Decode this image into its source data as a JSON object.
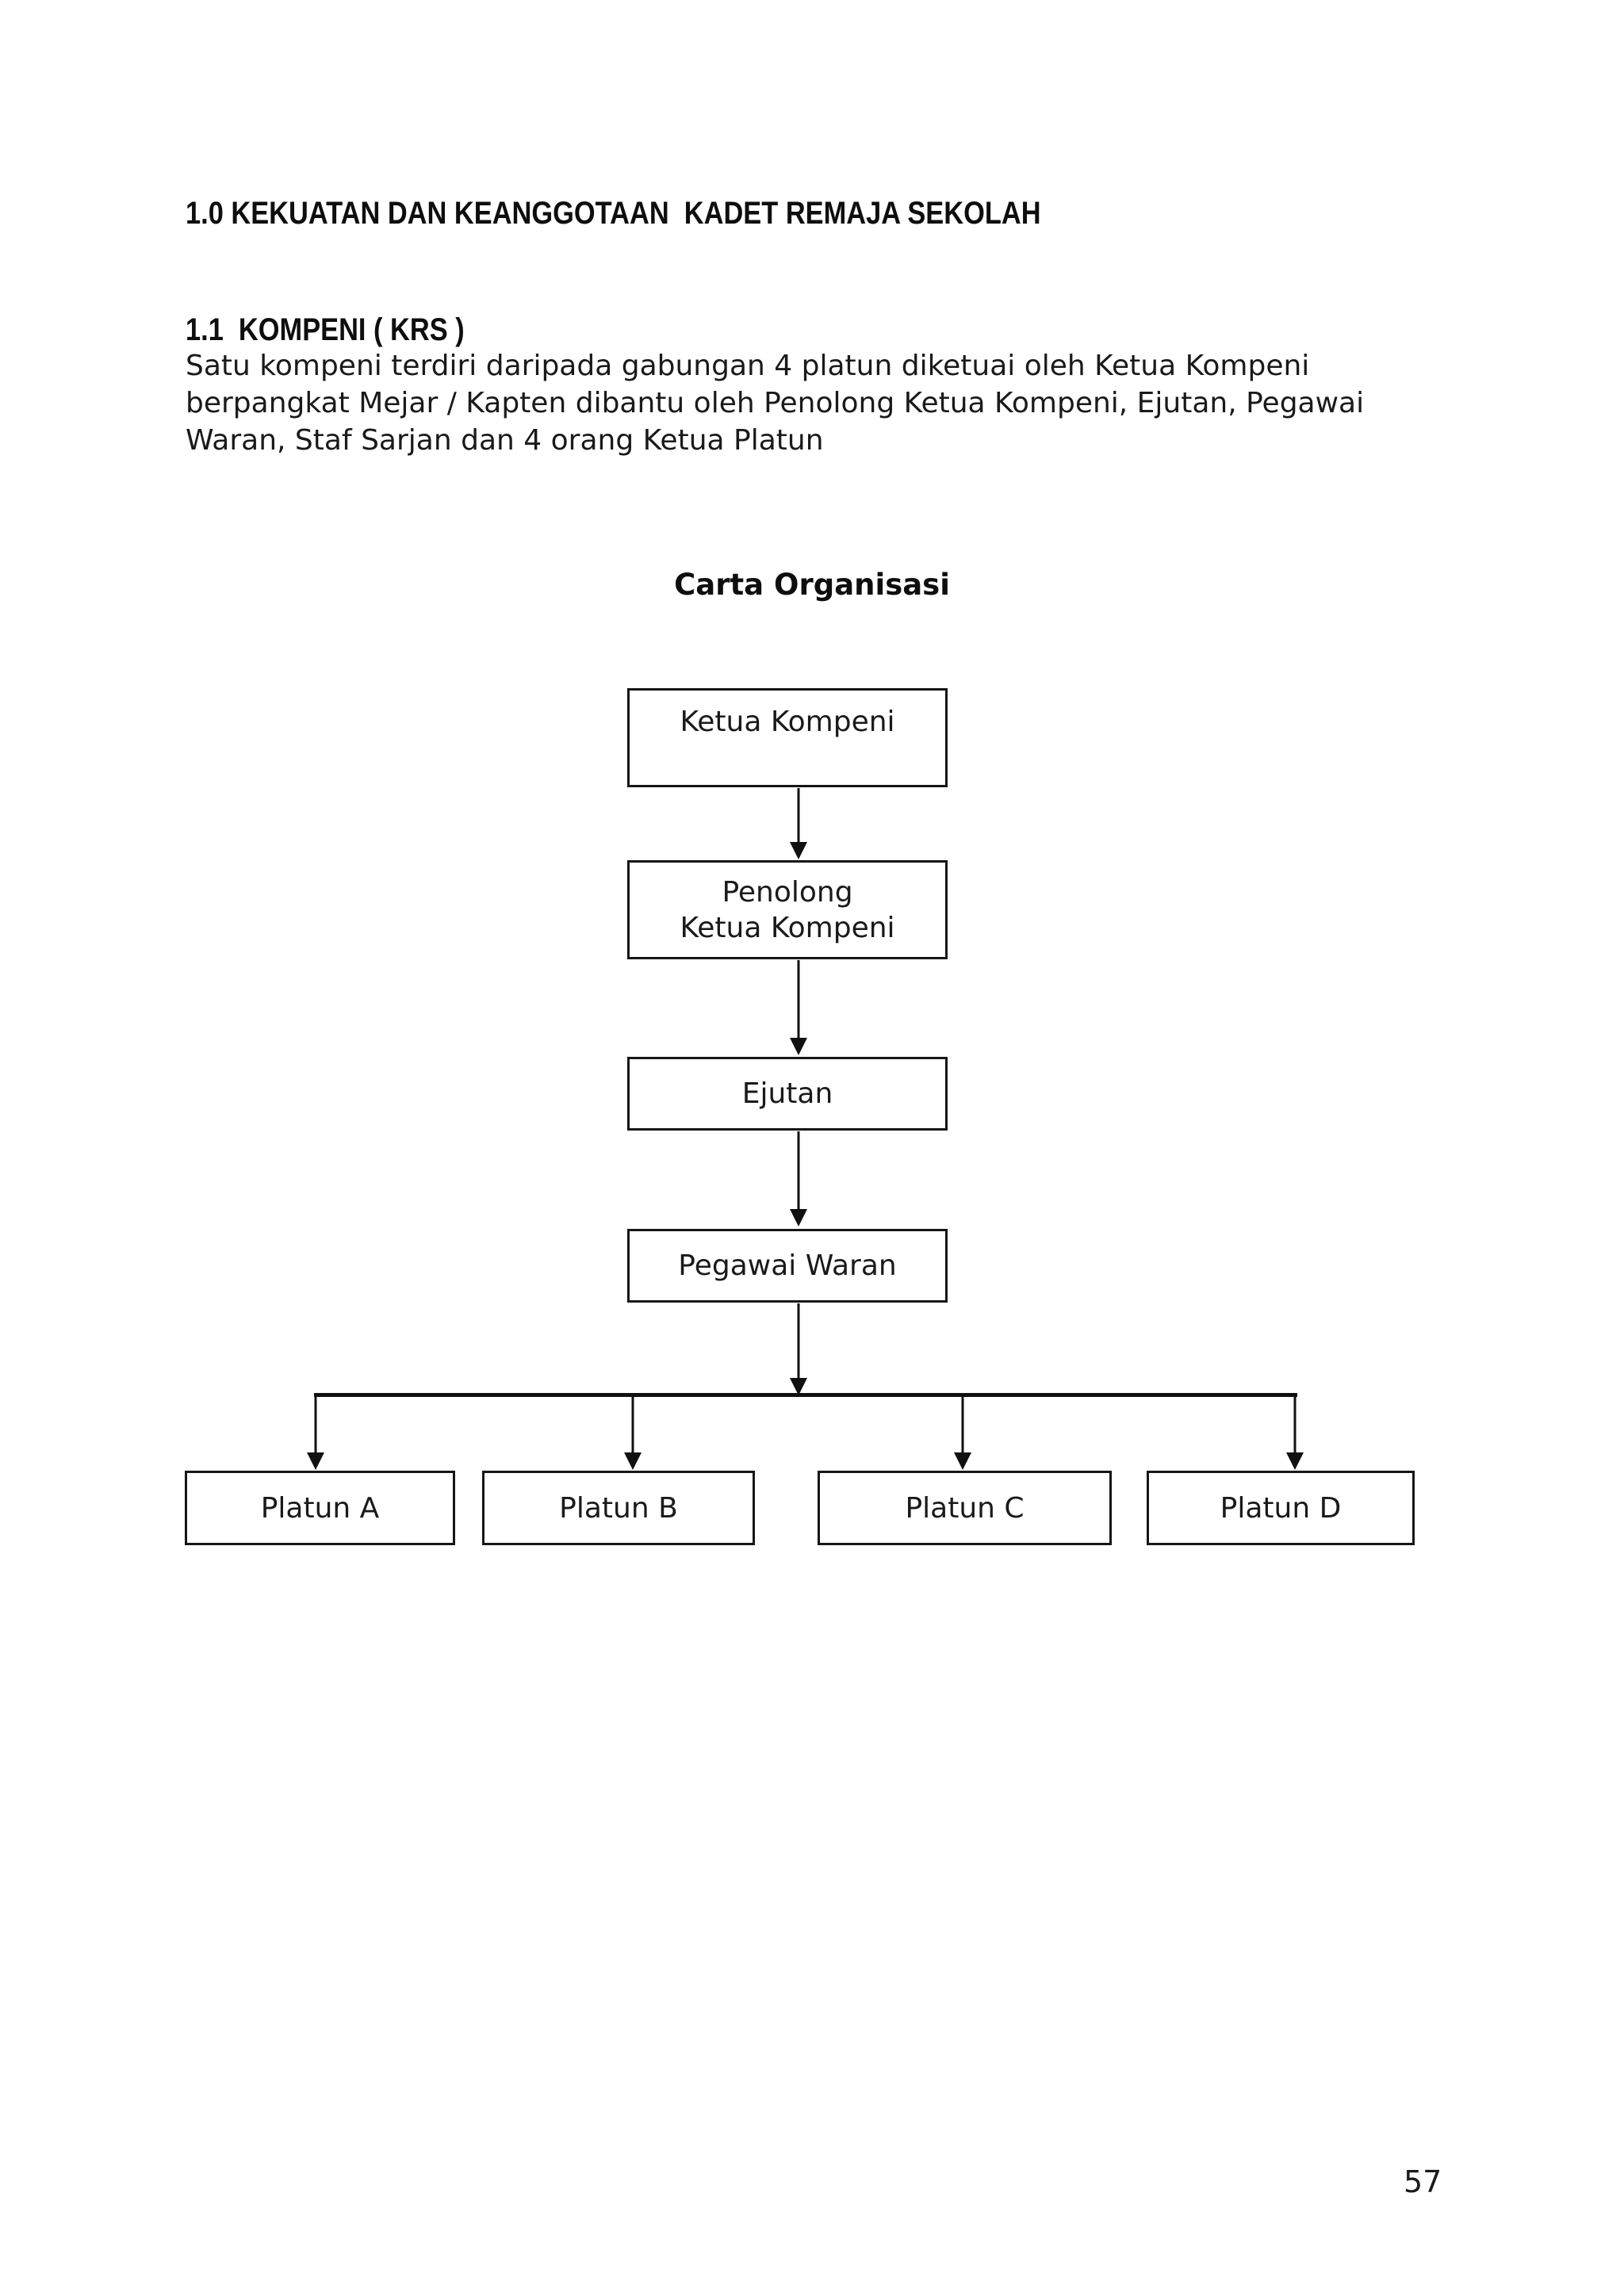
{
  "page": {
    "number": "57"
  },
  "document": {
    "title": "1.0 KEKUATAN DAN KEANGGOTAAN  KADET REMAJA SEKOLAH",
    "section": {
      "heading": "1.1  KOMPENI ( KRS )",
      "paragraph_lines": [
        "Satu kompeni terdiri daripada gabungan 4 platun diketuai oleh Ketua Kompeni",
        "berpangkat Mejar / Kapten dibantu oleh Penolong Ketua Kompeni, Ejutan, Pegawai",
        "Waran, Staf Sarjan dan 4 orang Ketua Platun"
      ]
    }
  },
  "org_chart": {
    "title": "Carta Organisasi",
    "chain": [
      {
        "label": "Ketua Kompeni"
      },
      {
        "label": "Penolong\nKetua Kompeni"
      },
      {
        "label": "Ejutan"
      },
      {
        "label": "Pegawai Waran"
      }
    ],
    "platoons": [
      {
        "label": "Platun A"
      },
      {
        "label": "Platun B"
      },
      {
        "label": "Platun C"
      },
      {
        "label": "Platun D"
      }
    ],
    "colors": {
      "ink": "#111111",
      "box_border": "#161616",
      "background": "#ffffff"
    }
  }
}
